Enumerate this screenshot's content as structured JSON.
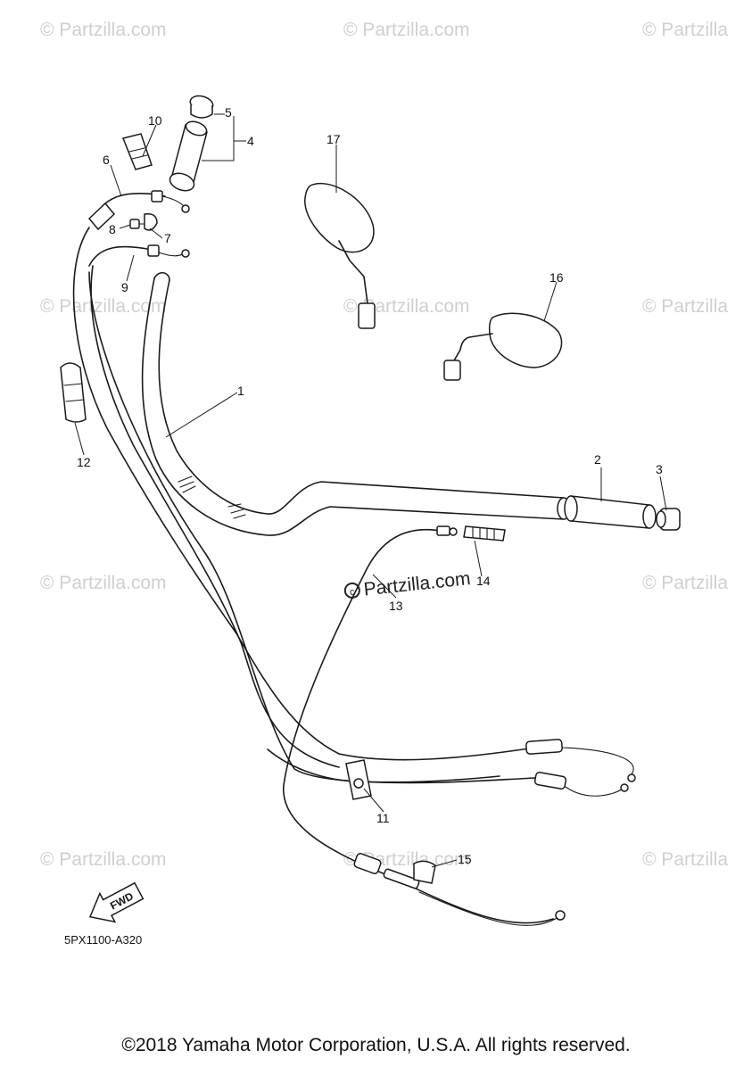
{
  "watermark": "© Partzilla.com",
  "watermark_cut": "© Partzilla",
  "watermark_center": "Partzilla.com",
  "callouts": {
    "c1": "1",
    "c2": "2",
    "c3": "3",
    "c4": "4",
    "c5": "5",
    "c6": "6",
    "c7": "7",
    "c8": "8",
    "c9": "9",
    "c10": "10",
    "c11": "11",
    "c12": "12",
    "c13": "13",
    "c14": "14",
    "c15": "15",
    "c16": "16",
    "c17": "17"
  },
  "fwd_label": "FWD",
  "diagram_code": "5PX1100-A320",
  "copyright": "©2018 Yamaha Motor Corporation, U.S.A. All rights reserved."
}
